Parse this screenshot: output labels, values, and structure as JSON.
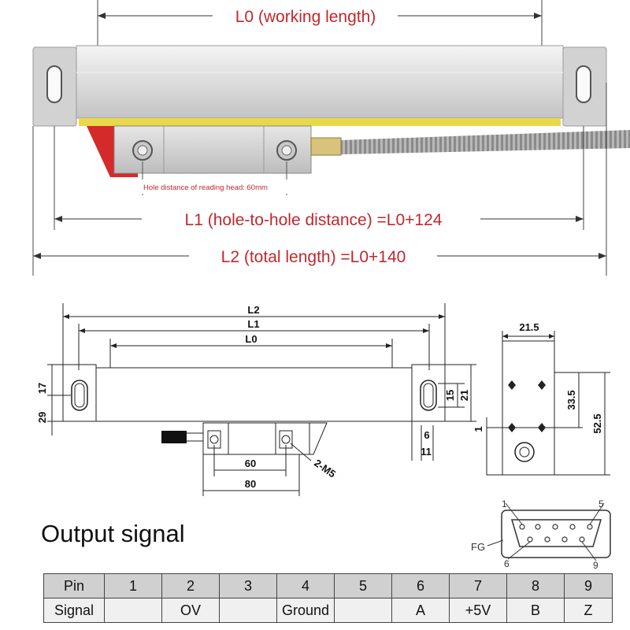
{
  "photo": {
    "L0_label": "L0 (working length)",
    "L1_label": "L1 (hole-to-hole distance) =L0+124",
    "L2_label": "L2 (total length) =L0+140",
    "hole_note": "Hole distance of reading head: 60mm"
  },
  "drawing": {
    "L2": "L2",
    "L1": "L1",
    "L0": "L0",
    "d17": "17",
    "d29": "29",
    "d15": "15",
    "d21": "21",
    "d6": "6",
    "d11": "11",
    "d60": "60",
    "d80": "80",
    "m5": "2-M5",
    "d21_5": "21.5",
    "d33_5": "33.5",
    "d52_5": "52.5",
    "d1": "1"
  },
  "connector": {
    "pin1": "1",
    "pin5": "5",
    "pin6": "6",
    "pin9": "9",
    "fg": "FG"
  },
  "output": {
    "title": "Output signal",
    "pin_header": "Pin",
    "signal_header": "Signal",
    "pins": [
      "1",
      "2",
      "3",
      "4",
      "5",
      "6",
      "7",
      "8",
      "9"
    ],
    "signals": [
      "",
      "OV",
      "",
      "Ground",
      "",
      "A",
      "+5V",
      "B",
      "Z"
    ]
  },
  "colors": {
    "accent_red": "#c0282d",
    "yellow_strip": "#e8d94a",
    "red_bracket": "#d42a2a"
  }
}
